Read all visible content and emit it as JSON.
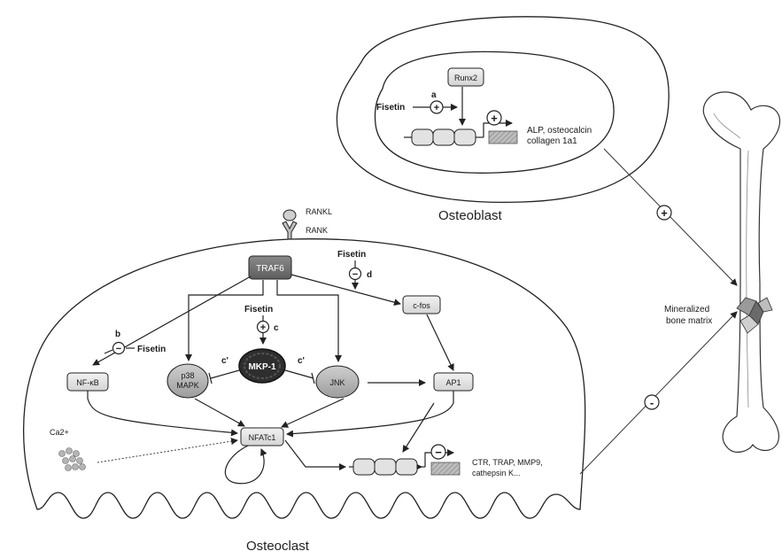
{
  "osteoblast": {
    "cell_label": "Osteoblast",
    "runx2": "Runx2",
    "fisetin": "Fisetin",
    "tag_a": "a",
    "plus_sign": "+",
    "targets_line1": "ALP, osteocalcin",
    "targets_line2": "collagen 1a1"
  },
  "receptor": {
    "rankl": "RANKL",
    "rank": "RANK"
  },
  "osteoclast": {
    "cell_label": "Osteoclast",
    "traf6": "TRAF6",
    "fisetin_d": "Fisetin",
    "tag_d": "d",
    "minus_sign": "−",
    "cfos": "c-fos",
    "fisetin_c": "Fisetin",
    "tag_c": "c",
    "tag_b": "b",
    "fisetin_b": "Fisetin",
    "mkp1": "MKP-1",
    "c_prime_left": "c'",
    "c_prime_right": "c'",
    "nfkb": "NF-κB",
    "p38_line1": "p38",
    "p38_line2": "MAPK",
    "jnk": "JNK",
    "ap1": "AP1",
    "nfatc1": "NFATc1",
    "ca2": "Ca2+",
    "targets_line1": "CTR, TRAP, MMP9,",
    "targets_line2": "cathepsin K..."
  },
  "bone": {
    "label_line1": "Mineralized",
    "label_line2": "bone matrix",
    "plus_sign": "+",
    "minus_sign": "-"
  }
}
